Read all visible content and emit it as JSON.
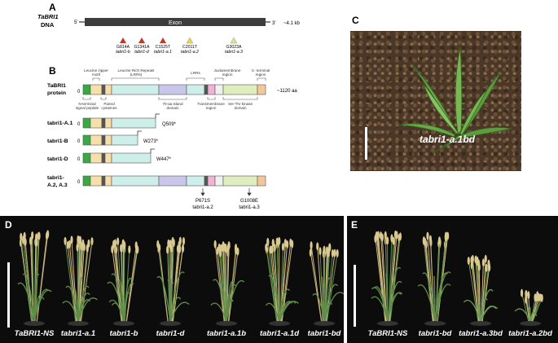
{
  "panels": {
    "A": "A",
    "B": "B",
    "C": "C",
    "D": "D",
    "E": "E"
  },
  "A": {
    "gene_line1": "TaBRI1",
    "gene_line2": "DNA",
    "five_prime": "5'",
    "three_prime": "3'",
    "exon_label": "Exon",
    "length": "~4.1 kb",
    "mutations": [
      {
        "pos": "G814A",
        "allele": "tabri1-b",
        "color": "#c0392b"
      },
      {
        "pos": "G1341A",
        "allele": "tabri1-d",
        "color": "#c0392b"
      },
      {
        "pos": "C1525T",
        "allele": "tabri1-a.1",
        "color": "#c0392b"
      },
      {
        "pos": "C2011T",
        "allele": "tabri1-a.2",
        "color": "#e6d84a"
      },
      {
        "pos": "G3023A",
        "allele": "tabri1-a.3",
        "color": "#d8e48a"
      }
    ]
  },
  "B": {
    "protein_line1": "TaBRI1",
    "protein_line2": "protein",
    "zero": "0",
    "length": "~1120 aa",
    "top_annotations": {
      "lz1": "Leucine zipper",
      "lz2": "motif",
      "lrr1": "Leucine Rich Repeats",
      "lrr2": "(LRRs)",
      "lrrs": "LRRs",
      "jm1": "Juxtamembrane",
      "jm2": "region",
      "ct1": "C- terminal",
      "ct2": "region"
    },
    "bottom_annotations": {
      "sp1": "N-terminal",
      "sp2": "signal peptide",
      "pc1": "Paired",
      "pc2": "cysteines",
      "isl1": "70-aa island",
      "isl2": "domain",
      "tm1": "Transmembrane",
      "tm2": "region",
      "kin1": "Ser-Thr kinase",
      "kin2": "domain"
    },
    "variants": [
      {
        "name": "tabri1-A.1",
        "stop": "Q509*"
      },
      {
        "name": "tabri1-B",
        "stop": "W273*"
      },
      {
        "name": "tabri1-D",
        "stop": "W447*"
      }
    ],
    "missense": {
      "name1": "tabri1-",
      "name2": "A.2, A.3",
      "m1_pos": "P671S",
      "m1_allele": "tabri1-a.2",
      "m2_pos": "G1008E",
      "m2_allele": "tabri1-a.3"
    },
    "colors": {
      "signal": "#3aa845",
      "lz": "#f6dfa8",
      "cys": "#555555",
      "lrr": "#cdeee9",
      "island": "#c8c6ea",
      "tm": "#f2b2d6",
      "jm": "#f0f0f0",
      "kinase": "#e0edbe",
      "cterm": "#f2c89a"
    }
  },
  "C": {
    "label": "tabri1-a.1bd"
  },
  "D": {
    "labels": [
      "TaBRI1-NS",
      "tabri1-a.1",
      "tabri1-b",
      "tabri1-d",
      "tabri1-a.1b",
      "tabri1-a.1d",
      "tabri1-bd"
    ]
  },
  "E": {
    "labels": [
      "TaBRI1-NS",
      "tabri1-bd",
      "tabri1-a.3bd",
      "tabri1-a.2bd"
    ]
  }
}
